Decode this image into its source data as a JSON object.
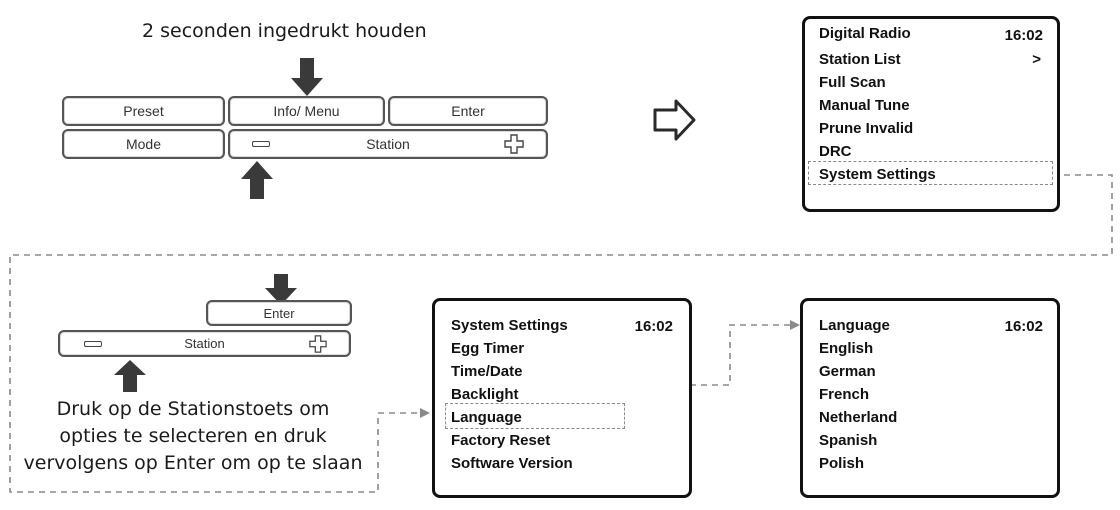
{
  "instructions": {
    "hold_caption": "2 seconden ingedrukt houden",
    "press_caption_lines": [
      "Druk op de Stationstoets om",
      "opties te selecteren en druk",
      "vervolgens op Enter om op te slaan"
    ]
  },
  "keypad": {
    "preset": "Preset",
    "info_menu": "Info/ Menu",
    "enter": "Enter",
    "mode": "Mode",
    "station": "Station"
  },
  "keypad_small": {
    "enter": "Enter",
    "station": "Station"
  },
  "screens": {
    "digital_radio": {
      "title": "Digital Radio",
      "time": "16:02",
      "items": [
        "Station List",
        "Full Scan",
        "Manual Tune",
        "Prune Invalid",
        "DRC",
        "System Settings"
      ],
      "station_list_indicator": ">",
      "highlighted": "System Settings"
    },
    "system_settings": {
      "title": "System Settings",
      "time": "16:02",
      "items": [
        "Egg Timer",
        "Time/Date",
        "Backlight",
        "Language",
        "Factory Reset",
        "Software Version"
      ],
      "highlighted": "Language"
    },
    "language": {
      "title": "Language",
      "time": "16:02",
      "items": [
        "English",
        "German",
        "French",
        "Netherland",
        "Spanish",
        "Polish"
      ]
    }
  },
  "colors": {
    "arrow": "#3a3a3a",
    "dashed_line": "#8a8a8a",
    "screen_border": "#111111"
  }
}
